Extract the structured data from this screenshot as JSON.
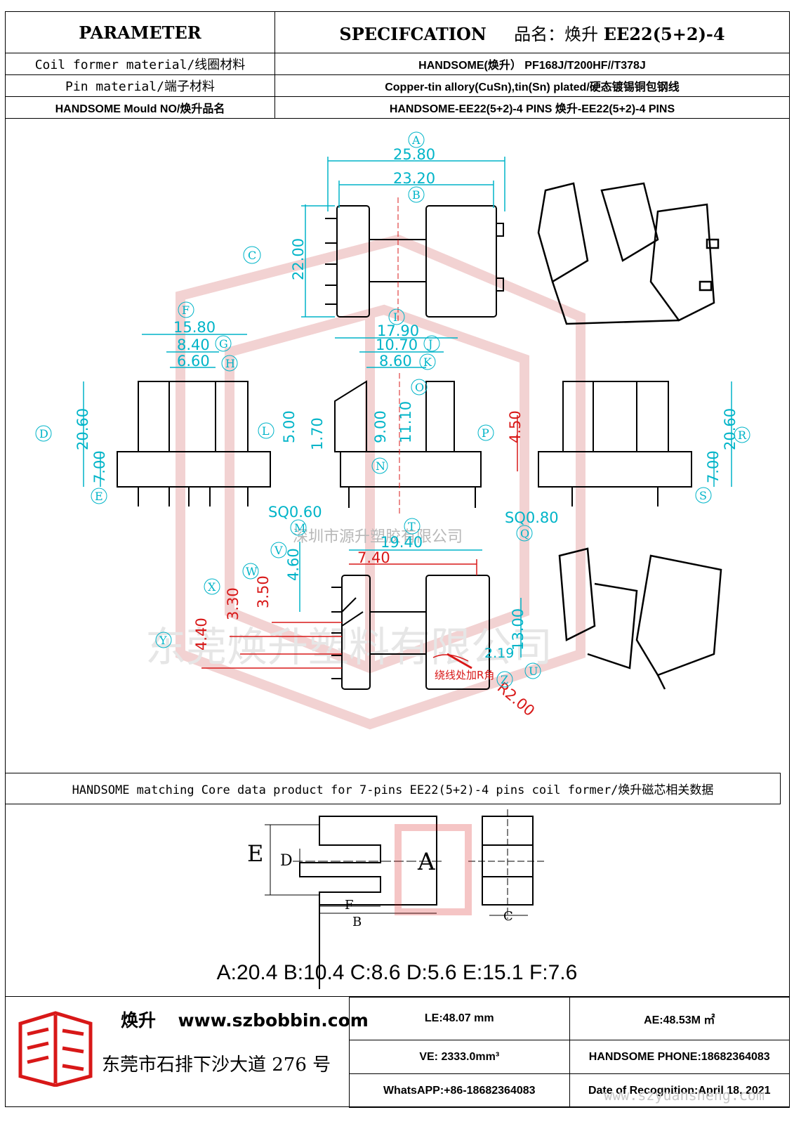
{
  "header": {
    "parameter": "PARAMETER",
    "specification": "SPECIFCATION",
    "product_name_label": "品名：",
    "product_name": "焕升",
    "product_model": "EE22(5+2)-4",
    "rows": [
      {
        "label": "Coil former material/线圈材料",
        "value": "HANDSOME(焕升）  PF168J/T200HF//T378J"
      },
      {
        "label": "Pin material/端子材料",
        "value": "Copper-tin allory(CuSn),tin(Sn) plated/硬态镀锡铜包钢线"
      },
      {
        "label": "HANDSOME Mould NO/焕升品名",
        "value": "HANDSOME-EE22(5+2)-4 PINS     焕升-EE22(5+2)-4 PINS"
      }
    ]
  },
  "drawing": {
    "watermark_top": "深圳市源升塑胶有限公司",
    "watermark_big": "东莞焕升塑料有限公司",
    "note": "绕线处加R角",
    "dims": {
      "A": "25.80",
      "B": "23.20",
      "C": "22.00",
      "F": "15.80",
      "G": "8.40",
      "H": "6.60",
      "I": "17.90",
      "J": "10.70",
      "K": "8.60",
      "D": "20.60",
      "E": "7.00",
      "L": "5.00",
      "O": "1.70",
      "M9": "9.00",
      "N": "11.10",
      "P": "4.50",
      "R": "20.60",
      "S": "7.00",
      "M": "SQ0.60",
      "Q": "SQ0.80",
      "T": "19.40",
      "V": "4.60",
      "W": "3.50",
      "X": "3.30",
      "Y": "4.40",
      "Z": "7.40",
      "U": "13.00",
      "U2": "2.19",
      "R2": "R2.00"
    },
    "circle_labels": [
      "A",
      "B",
      "C",
      "F",
      "G",
      "H",
      "I",
      "J",
      "K",
      "D",
      "E",
      "L",
      "O",
      "N",
      "P",
      "R",
      "S",
      "M",
      "T",
      "Q",
      "V",
      "W",
      "X",
      "Y",
      "Z",
      "U"
    ]
  },
  "core": {
    "title": "HANDSOME matching Core data  product for 7-pins EE22(5+2)-4 pins coil former/焕升磁芯相关数据",
    "labels": [
      "E",
      "D",
      "A",
      "F",
      "B",
      "C"
    ],
    "dims_text": "A:20.4 B:10.4 C:8.6 D:5.6 E:15.1 F:7.6"
  },
  "footer": {
    "brand_cn": "焕升",
    "website": "www.szbobbin.com",
    "address": "东莞市石排下沙大道 276 号",
    "cells": [
      [
        "LE:48.07 mm",
        "AE:48.53M ㎡"
      ],
      [
        "VE: 2333.0mm³",
        "HANDSOME PHONE:18682364083"
      ],
      [
        "WhatsAPP:+86-18682364083",
        "Date of Recognition:April 18, 2021"
      ]
    ],
    "watermark": "www.szyuansheng.com"
  },
  "colors": {
    "dim": "#00b4c8",
    "red": "#d81818",
    "watermark": "#f0c8c8"
  }
}
